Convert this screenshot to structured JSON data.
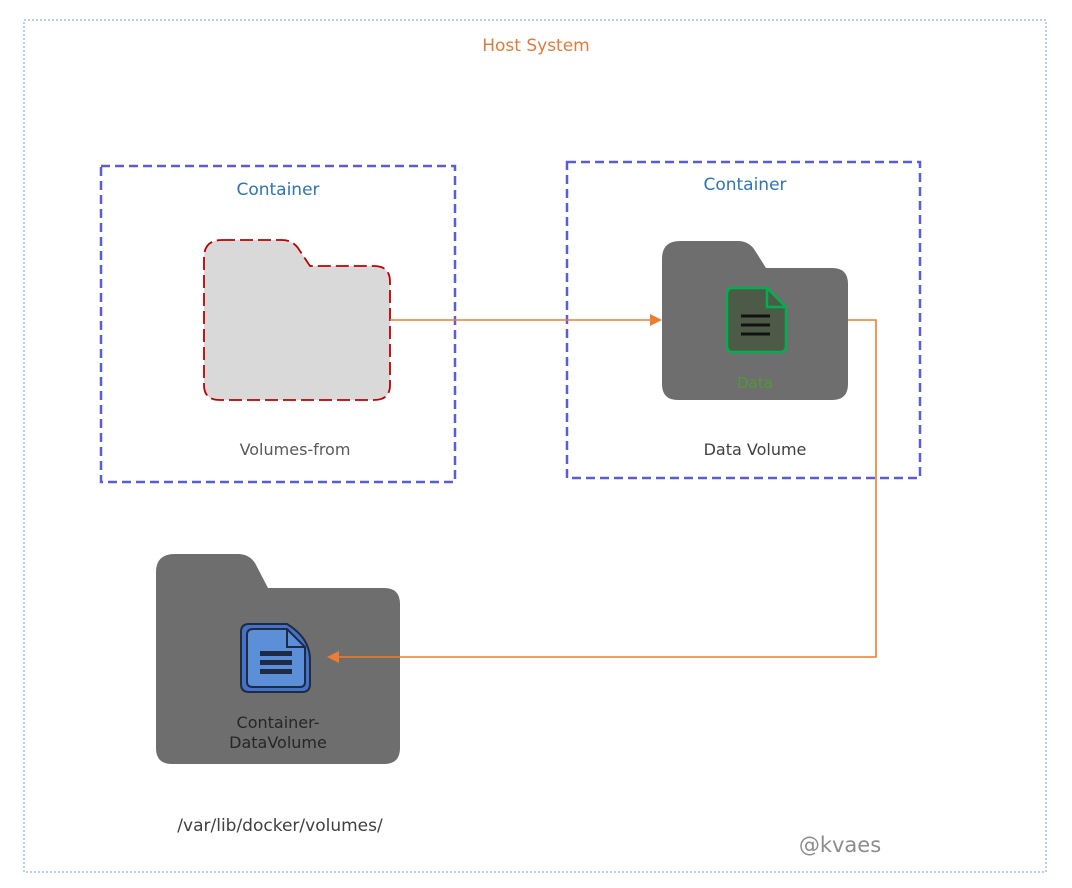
{
  "host": {
    "label": "Host System"
  },
  "containers": [
    {
      "title": "Container",
      "volume_label": "Volumes-from"
    },
    {
      "title": "Container",
      "volume_label": "Data Volume",
      "file_label": "Data"
    }
  ],
  "host_volume": {
    "label_line1": "Container-",
    "label_line2": "DataVolume",
    "path": "/var/lib/docker/volumes/"
  },
  "watermark": "@kvaes",
  "colors": {
    "host_border": "#9DC3E6",
    "container_border": "#5B5BE0",
    "arrow": "#ED7D31",
    "folder_dark": "#6E6E6E",
    "folder_light": "#D9D9D9",
    "folder_dashed_border": "#C00000",
    "file_green": "#00B050",
    "file_blue": "#4472C4"
  }
}
